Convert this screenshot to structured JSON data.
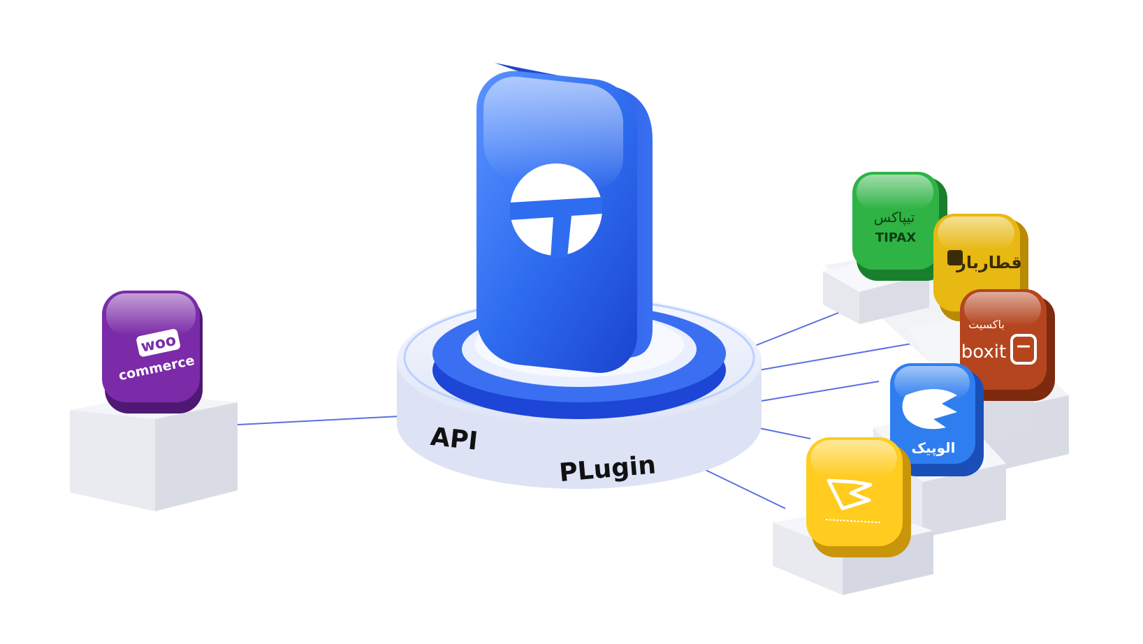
{
  "hub": {
    "labels": {
      "api": "API",
      "plugin": "PLugin"
    },
    "logo_icon": "torob-logo-icon",
    "colors": {
      "blue": "#2f6df0",
      "blue_dark": "#1d45d6",
      "base": "#eef1fb",
      "ring": "#5a86f5"
    }
  },
  "source": {
    "name": "woocommerce",
    "logo_lines": [
      "woo",
      "commerce"
    ],
    "color": "#7b2ba8",
    "icon": "woocommerce-logo-icon"
  },
  "carriers": [
    {
      "id": "tipax",
      "text_lines": [
        "تیپاکس",
        "TIPAX"
      ],
      "color": "#2fb344",
      "icon": "tipax-logo-icon"
    },
    {
      "id": "ghatarbar",
      "text_lines": [
        "قطاربار"
      ],
      "color": "#e8b813",
      "icon": "ghatarbar-logo-icon"
    },
    {
      "id": "boxit",
      "text_lines": [
        "باکسیت",
        "boxit"
      ],
      "color": "#b5451f",
      "icon": "boxit-logo-icon"
    },
    {
      "id": "alopeyk",
      "text_lines": [
        "الوپیک"
      ],
      "color": "#2f7ef0",
      "icon": "alopeyk-logo-icon"
    },
    {
      "id": "post",
      "text_lines": [],
      "color": "#ffcc1f",
      "icon": "post-logo-icon"
    }
  ],
  "connector_color": "#5b6fe0"
}
